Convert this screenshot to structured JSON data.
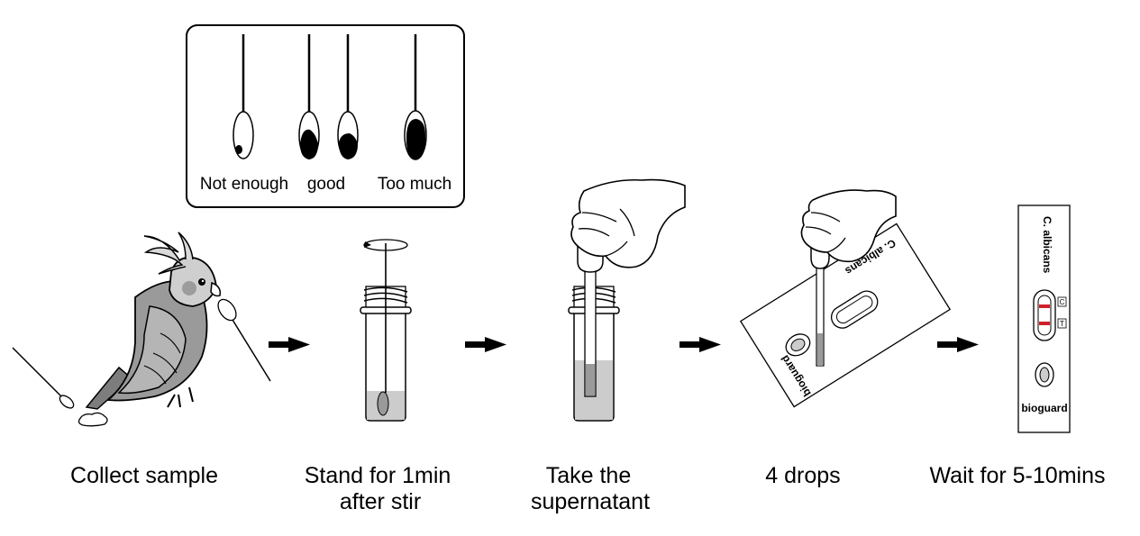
{
  "swab_guide": {
    "labels": [
      "Not enough",
      "good",
      "Too much"
    ]
  },
  "steps": [
    {
      "label_lines": [
        "Collect sample"
      ]
    },
    {
      "label_lines": [
        "Stand for 1min",
        "after stir"
      ]
    },
    {
      "label_lines": [
        "Take the",
        "supernatant"
      ]
    },
    {
      "label_lines": [
        "4 drops"
      ]
    },
    {
      "label_lines": [
        "Wait for 5-10mins"
      ]
    }
  ],
  "test_device": {
    "product": "C. albicans",
    "brand": "bioguard",
    "control_mark": "C",
    "test_mark": "T"
  },
  "colors": {
    "bird_body": "#9a9a9a",
    "bird_head": "#cfcfcf",
    "liquid": "#cccccc",
    "result_line": "#d0202a"
  }
}
